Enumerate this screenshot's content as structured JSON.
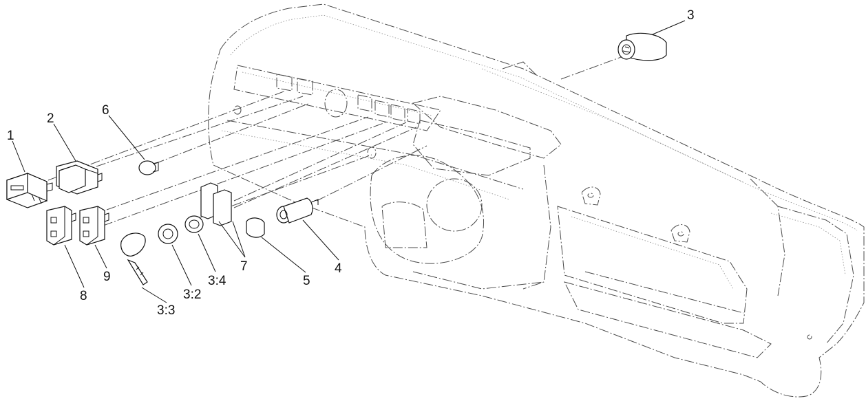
{
  "diagram": {
    "background": "#ffffff",
    "line_color": "#111111",
    "labels": {
      "l1": "1",
      "l2": "2",
      "l6": "6",
      "l3": "3",
      "l8": "8",
      "l9": "9",
      "l33": "3:3",
      "l32": "3:2",
      "l34": "3:4",
      "l7": "7",
      "l5": "5",
      "l4": "4"
    }
  }
}
